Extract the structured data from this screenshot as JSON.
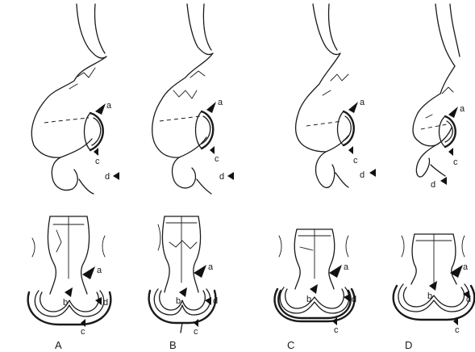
{
  "panels": [
    {
      "id": "A",
      "caption": "A"
    },
    {
      "id": "B",
      "caption": "B"
    },
    {
      "id": "C",
      "caption": "C"
    },
    {
      "id": "D",
      "caption": "D"
    }
  ],
  "labels": {
    "a": "a",
    "b": "b",
    "c": "c",
    "d": "d"
  }
}
